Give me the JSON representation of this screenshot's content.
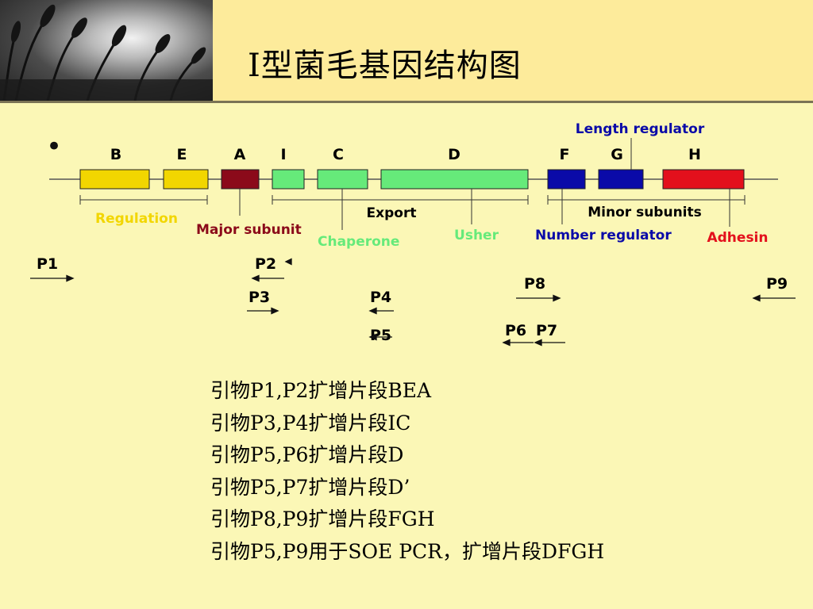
{
  "title": "Ⅰ型菌毛基因结构图",
  "bullet": "•",
  "genes": [
    "B",
    "E",
    "A",
    "I",
    "C",
    "D",
    "F",
    "G",
    "H"
  ],
  "colors": {
    "regulation": "#f2d600",
    "major_subunit": "#8b0a1a",
    "chaperone_export": "#66ea7a",
    "minor_subunits": "#0a0aa8",
    "adhesin": "#e3101c",
    "background": "#fbf7b6",
    "header": "#fdeb9b"
  },
  "labels": {
    "length_regulator": "Length regulator",
    "regulation": "Regulation",
    "major_subunit": "Major subunit",
    "chaperone": "Chaperone",
    "export": "Export",
    "usher": "Usher",
    "minor_subunits": "Minor subunits",
    "number_regulator": "Number regulator",
    "adhesin": "Adhesin"
  },
  "primers": [
    "P1",
    "P2",
    "P3",
    "P4",
    "P5",
    "P6",
    "P7",
    "P8",
    "P9"
  ],
  "primer_directions": {
    "P1": "forward",
    "P2": "reverse",
    "P3": "forward",
    "P4": "reverse",
    "P5": "reverse",
    "P6": "reverse",
    "P7": "reverse",
    "P8": "forward",
    "P9": "reverse"
  },
  "notes": [
    "引物P1,P2扩增片段BEA",
    "引物P3,P4扩增片段IC",
    "引物P5,P6扩增片段D",
    "引物P5,P7扩增片段D’",
    "引物P8,P9扩增片段FGH",
    "引物P5,P9用于SOE PCR，扩增片段DFGH"
  ]
}
